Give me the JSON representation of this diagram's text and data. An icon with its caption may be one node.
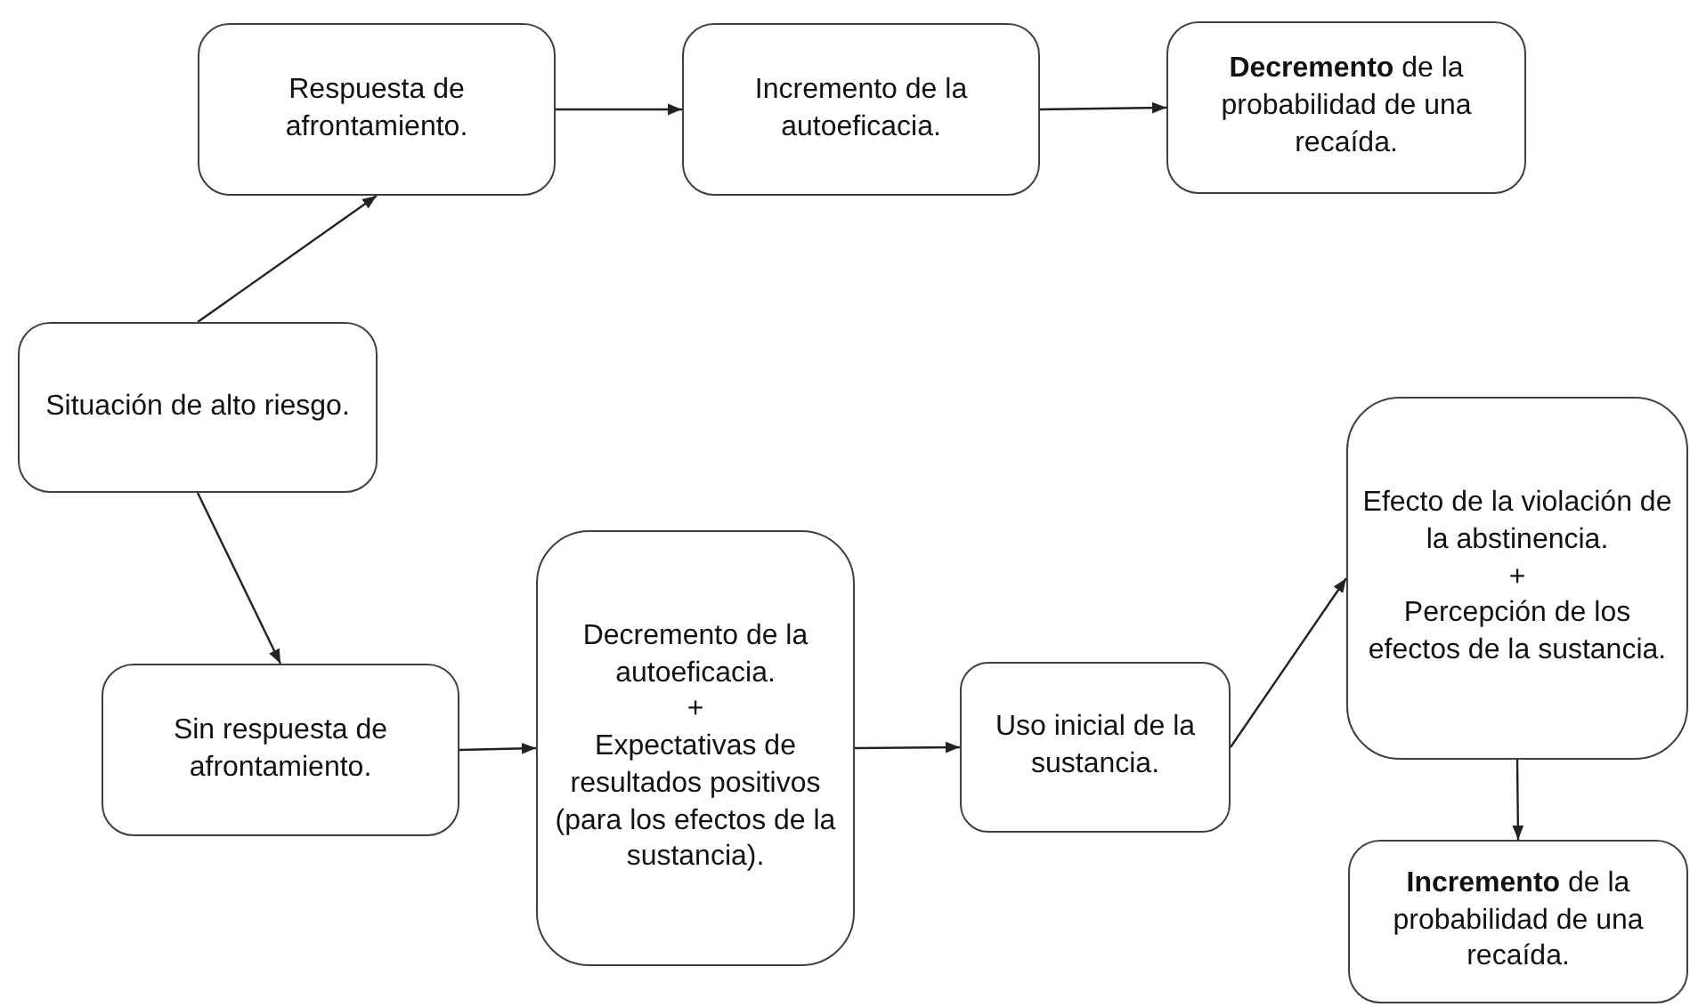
{
  "diagram": {
    "nodes": [
      {
        "text": [
          "Situación de alto riesgo."
        ]
      },
      {
        "text": [
          "Respuesta de afrontamiento."
        ]
      },
      {
        "text": [
          "Incremento de la autoeficacia."
        ]
      },
      {
        "text": [
          "**Decremento** de la probabilidad de una recaída."
        ]
      },
      {
        "text": [
          "Sin respuesta de afrontamiento."
        ]
      },
      {
        "text": [
          "Decremento de la autoeficacia.",
          "+",
          "Expectativas de resultados positivos (para los efectos de la sustancia)."
        ]
      },
      {
        "text": [
          "Uso inicial de la sustancia."
        ]
      },
      {
        "text": [
          "Efecto de la violación de la abstinencia.",
          "+",
          "Percepción de los efectos de la sustancia."
        ]
      },
      {
        "text": [
          "**Incremento** de la probabilidad de una recaída."
        ]
      }
    ],
    "edges": [
      {
        "from": 0,
        "to": 1,
        "arrow": "to"
      },
      {
        "from": 1,
        "to": 2,
        "arrow": "to"
      },
      {
        "from": 2,
        "to": 3,
        "arrow": "to"
      },
      {
        "from": 0,
        "to": 4,
        "arrow": "to"
      },
      {
        "from": 4,
        "to": 5,
        "arrow": "to"
      },
      {
        "from": 5,
        "to": 6,
        "arrow": "to"
      },
      {
        "from": 6,
        "to": 7,
        "arrow": "to"
      },
      {
        "from": 7,
        "to": 8,
        "arrow": "to"
      }
    ]
  }
}
